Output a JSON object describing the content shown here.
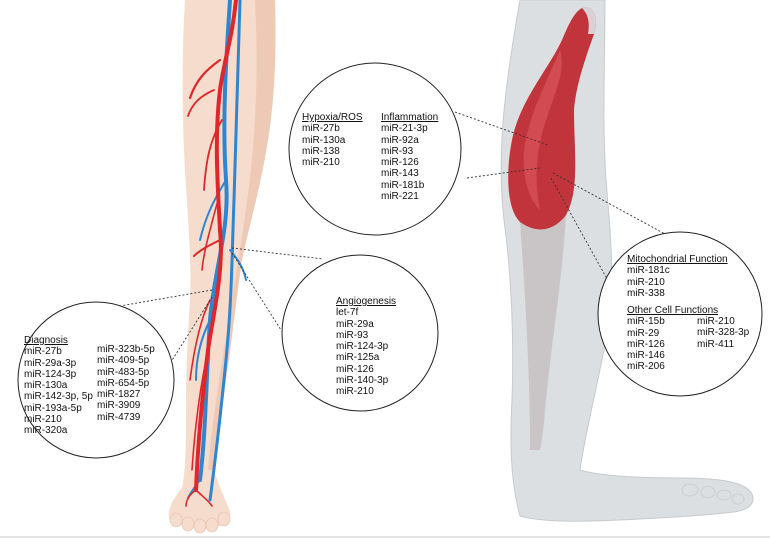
{
  "colors": {
    "skin": "#f6dccd",
    "skin_shade": "#eec9b6",
    "artery": "#e0262a",
    "vein": "#2e86d0",
    "leg_grey": "#dcdfe1",
    "muscle": "#c2343c",
    "tendon": "#c9c4c6"
  },
  "hypoxia": {
    "heading": "Hypoxia/ROS",
    "items": [
      "miR-27b",
      "miR-130a",
      "miR-138",
      "miR-210"
    ]
  },
  "inflammation": {
    "heading": "Inflammation",
    "items": [
      "miR-21-3p",
      "miR-92a",
      "miR-93",
      "miR-126",
      "miR-143",
      "miR-181b",
      "miR-221"
    ]
  },
  "angiogenesis": {
    "heading": "Angiogenesis",
    "items": [
      "let-7f",
      "miR-29a",
      "miR-93",
      "miR-124-3p",
      "miR-125a",
      "miR-126",
      "miR-140-3p",
      "miR-210"
    ]
  },
  "diagnosis": {
    "heading": "Diagnosis",
    "col1": [
      "miR-27b",
      "miR-29a-3p",
      "miR-124-3p",
      "miR-130a",
      "miR-142-3p, 5p",
      "miR-193a-5p",
      "miR-210",
      "miR-320a"
    ],
    "col2": [
      "miR-323b-5p",
      "miR-409-5p",
      "miR-483-5p",
      "miR-654-5p",
      "miR-1827",
      "miR-3909",
      "miR-4739"
    ]
  },
  "mitochondrial": {
    "heading": "Mitochondrial Function",
    "items": [
      "miR-181c",
      "miR-210",
      "miR-338"
    ]
  },
  "other": {
    "heading": "Other Cell Functions",
    "col1": [
      "miR-15b",
      "miR-29",
      "miR-126",
      "miR-146",
      "miR-206"
    ],
    "col2": [
      "miR-210",
      "miR-328-3p",
      "miR-411"
    ]
  }
}
